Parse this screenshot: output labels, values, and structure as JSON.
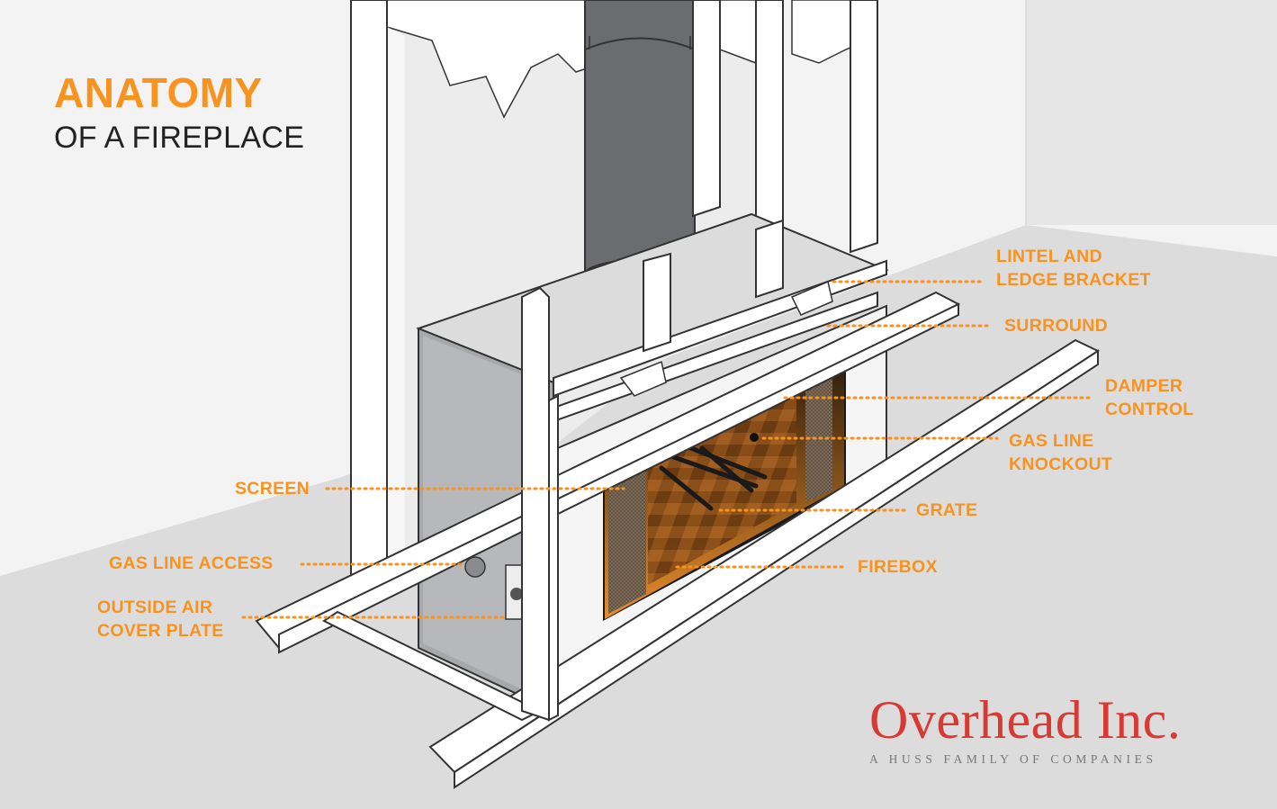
{
  "title": {
    "main": "ANATOMY",
    "sub": "OF A FIREPLACE"
  },
  "labels": {
    "lintel_1": "LINTEL AND",
    "lintel_2": "LEDGE BRACKET",
    "surround": "SURROUND",
    "damper_1": "DAMPER",
    "damper_2": "CONTROL",
    "gasknock_1": "GAS LINE",
    "gasknock_2": "KNOCKOUT",
    "grate": "GRATE",
    "firebox": "FIREBOX",
    "screen": "SCREEN",
    "gas_access": "GAS LINE ACCESS",
    "outside_1": "OUTSIDE AIR",
    "outside_2": "COVER PLATE"
  },
  "logo": {
    "name": "Overhead Inc.",
    "tagline": "A HUSS FAMILY OF COMPANIES"
  },
  "colors": {
    "accent": "#f7931e",
    "logo_red": "#d83a33",
    "flue": "#6b6c70",
    "unit_side": "#a7a8ab"
  }
}
